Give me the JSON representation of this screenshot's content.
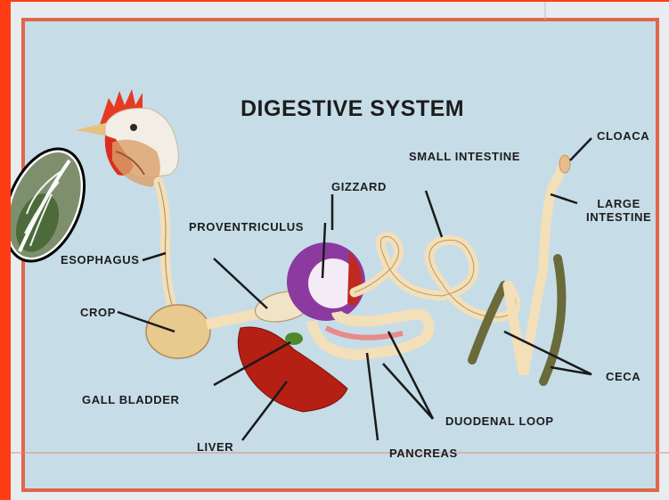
{
  "title": "DIGESTIVE SYSTEM",
  "labels": {
    "cloaca": "CLOACA",
    "small_intestine": "SMALL INTESTINE",
    "gizzard": "GIZZARD",
    "large_intestine_line1": "LARGE",
    "large_intestine_line2": "INTESTINE",
    "proventriculus": "PROVENTRICULUS",
    "esophagus": "ESOPHAGUS",
    "crop": "CROP",
    "gall_bladder": "GALL BLADDER",
    "ceca": "CECA",
    "duodenal_loop": "DUODENAL LOOP",
    "liver": "LIVER",
    "pancreas": "PANCREAS"
  },
  "colors": {
    "frame": "#ff3d14",
    "border": "#e0664a",
    "board": "#c6dde8",
    "intestine": "#f3dfb8",
    "liver": "#b51f14",
    "gizzard": "#8c3aa0",
    "comb": "#e63a22"
  }
}
